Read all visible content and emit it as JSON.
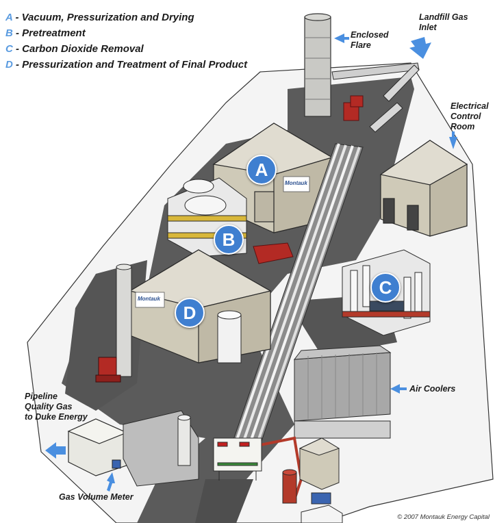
{
  "legend": [
    {
      "letter": "A",
      "text": " - Vacuum, Pressurization and Drying"
    },
    {
      "letter": "B",
      "text": " - Pretreatment"
    },
    {
      "letter": "C",
      "text": " - Carbon Dioxide Removal"
    },
    {
      "letter": "D",
      "text": " - Pressurization and Treatment of Final Product"
    }
  ],
  "callouts": {
    "enclosed_flare": "Enclosed\nFlare",
    "landfill_gas_inlet": "Landfill Gas\nInlet",
    "electrical_control_room": "Electrical\nControl\nRoom",
    "air_coolers": "Air Coolers",
    "pipeline_gas": "Pipeline\nQuality Gas\nto Duke Energy",
    "gas_volume_meter": "Gas Volume Meter"
  },
  "building_signs": {
    "building_a": "Montauk",
    "building_d": "Montauk"
  },
  "badges": {
    "a": "A",
    "b": "B",
    "c": "C",
    "d": "D"
  },
  "copyright": "© 2007 Montauk Energy Capital",
  "colors": {
    "badge_fill": "#3f7fd0",
    "arrow_blue": "#4a8fe0",
    "legend_letter": "#5a9be0",
    "pipe_red": "#b33a2a",
    "ground": "#5a5a5a",
    "building_wall": "#cfcab8",
    "building_roof": "#dedad0"
  }
}
